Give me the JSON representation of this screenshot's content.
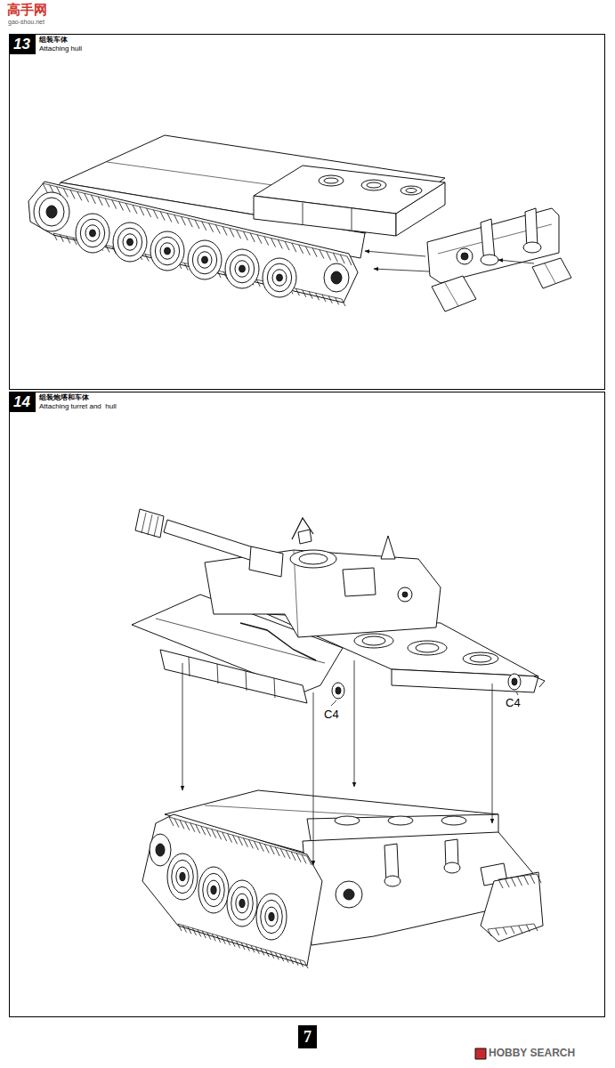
{
  "diagram": {
    "nodes": [
      {
        "text": [
          "组装车体",
          "Attaching hull"
        ]
      },
      {
        "text": [
          "13"
        ],
        "in": 0
      },
      {
        "text": [
          "组装炮塔和车体",
          "Attaching turret and  hull"
        ]
      },
      {
        "text": [
          "14"
        ],
        "in": 2
      },
      {
        "text": [
          "7"
        ]
      }
    ],
    "labels": [
      "高手网",
      "gao-shou.net",
      "C4",
      "C4",
      "HOBBY SEARCH"
    ]
  }
}
